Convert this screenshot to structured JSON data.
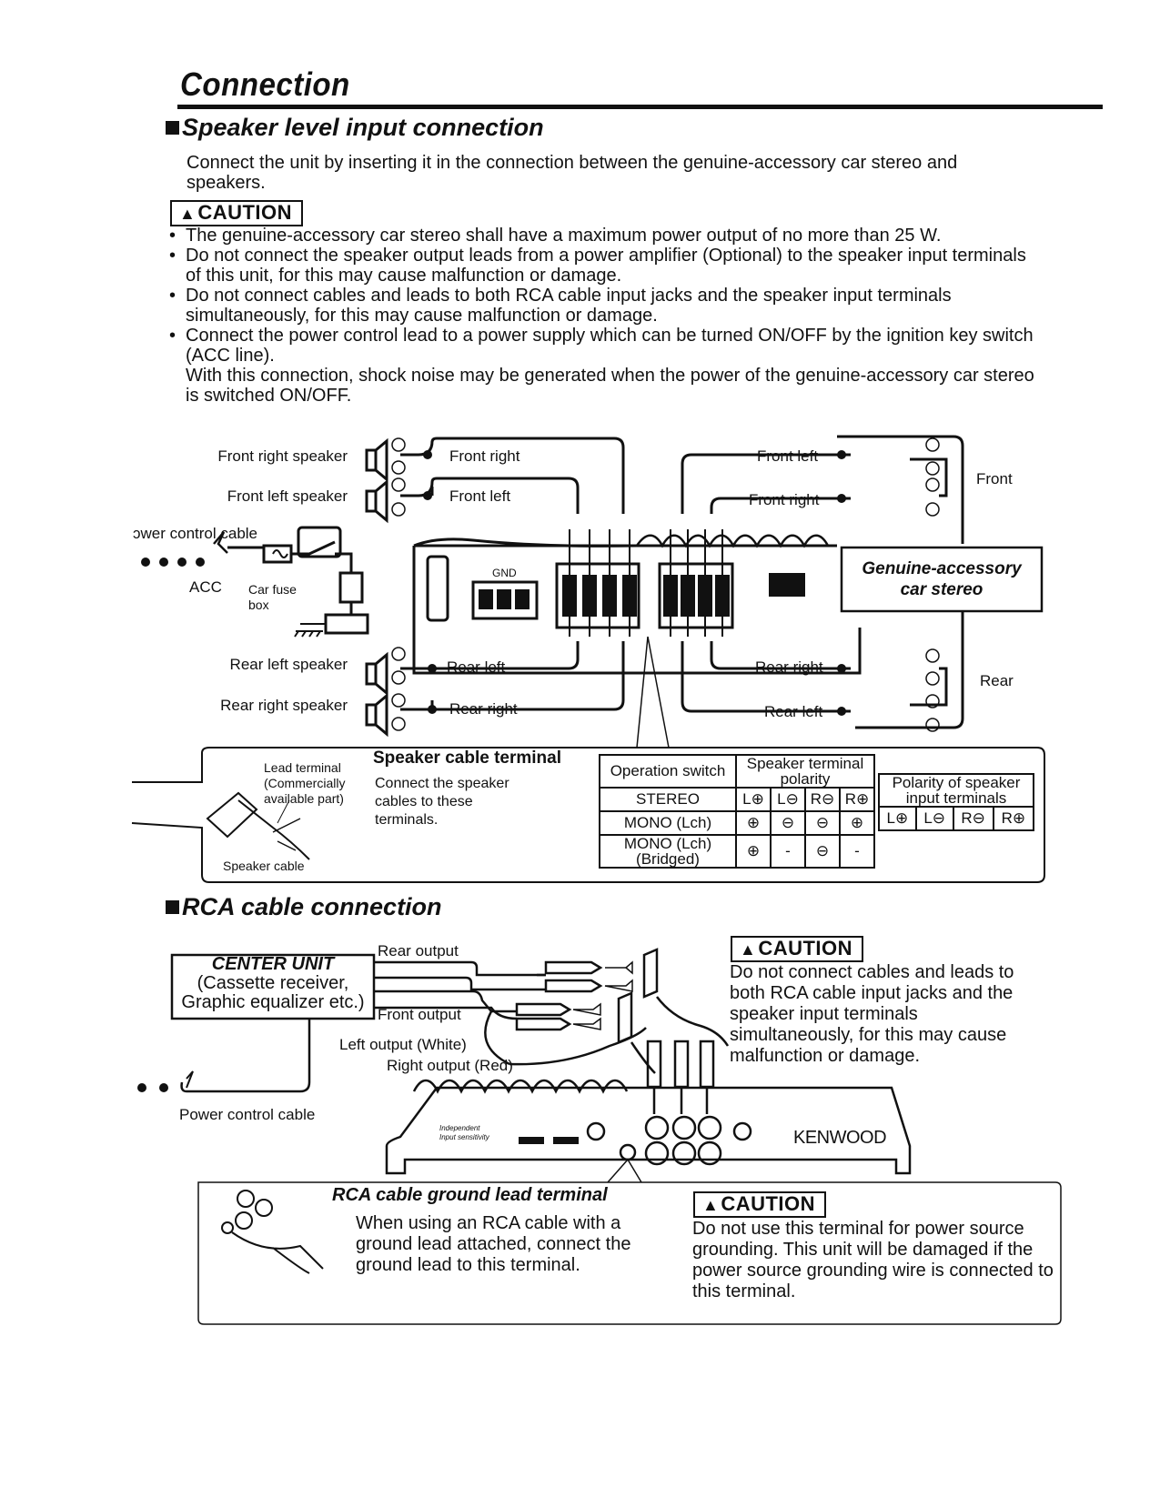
{
  "page": {
    "title": "Connection",
    "section1_title": "Speaker level input connection",
    "section1_intro": "Connect the unit by inserting it in the connection between the genuine-accessory car stereo and speakers.",
    "caution_label": "CAUTION",
    "cautions": [
      "The genuine-accessory car stereo shall have a maximum power output of no more than 25 W.",
      "Do not connect the speaker output leads from a power amplifier (Optional) to the speaker input terminals of this unit, for this may cause malfunction  or damage.",
      "Do not connect cables and leads to both RCA cable input jacks and the speaker input terminals simultaneously, for this may cause malfunction or damage.",
      "Connect the power control lead to a power supply which can be turned ON/OFF by the ignition key switch (ACC line)."
    ],
    "caution4_extra": "With this connection, shock noise may be generated when the power of the genuine-accessory car stereo is switched ON/OFF."
  },
  "diagram1": {
    "front_right_speaker": "Front right speaker",
    "front_left_speaker": "Front left speaker",
    "rear_left_speaker": "Rear left speaker",
    "rear_right_speaker": "Rear right speaker",
    "power_control_cable": "ɔwer control cable",
    "acc": "ACC",
    "car_fuse_box": "Car fuse box",
    "wire_front_right_l": "Front right",
    "wire_front_left_l": "Front left",
    "wire_rear_left_l": "Rear left",
    "wire_rear_right_l": "Rear right",
    "wire_front_left_r": "Front left",
    "wire_front_right_r": "Front right",
    "wire_rear_right_r": "Rear right",
    "wire_rear_left_r": "Rear left",
    "front": "Front",
    "rear": "Rear",
    "genuine_line1": "Genuine-accessory",
    "genuine_line2": "car stereo",
    "gnd": "GND"
  },
  "terminal_box": {
    "lead_terminal": "Lead terminal (Commercially available part)",
    "speaker_cable": "Speaker cable",
    "heading": "Speaker cable terminal",
    "text": "Connect the speaker cables to these terminals."
  },
  "polarity_table": {
    "col1_header": "Operation switch",
    "col2_header": "Speaker terminal polarity",
    "rows": [
      {
        "mode": "STEREO",
        "cells": [
          "L⊕",
          "L⊖",
          "R⊖",
          "R⊕"
        ]
      },
      {
        "mode": "MONO (Lch)",
        "cells": [
          "⊕",
          "⊖",
          "⊖",
          "⊕"
        ]
      },
      {
        "mode": "MONO (Lch) (Bridged)",
        "cells": [
          "⊕",
          "-",
          "⊖",
          "-"
        ]
      }
    ]
  },
  "input_table": {
    "header": "Polarity of speaker input terminals",
    "cells": [
      "L⊕",
      "L⊖",
      "R⊖",
      "R⊕"
    ]
  },
  "section2": {
    "title": "RCA cable connection",
    "center_unit": "CENTER UNIT",
    "center_sub1": "(Cassette receiver,",
    "center_sub2": "Graphic equalizer etc.)",
    "rear_output": "Rear output",
    "front_output": "Front output",
    "left_output": "Left output (White)",
    "right_output": "Right output (Red)",
    "power_control_cable": "Power control cable",
    "caution_text": "Do not connect cables and leads to both RCA cable input  jacks and the speaker input terminals simultaneously,  for this may cause malfunction or damage.",
    "brand": "KENWOOD",
    "independent": "Independent Input sensitivity"
  },
  "ground_box": {
    "heading": "RCA cable ground lead terminal",
    "text": "When using an RCA cable with a ground lead attached, connect the ground lead to this terminal.",
    "caution_text": "Do not use this terminal for power source grounding. This unit will be damaged if the power source grounding wire is connected to this terminal."
  }
}
